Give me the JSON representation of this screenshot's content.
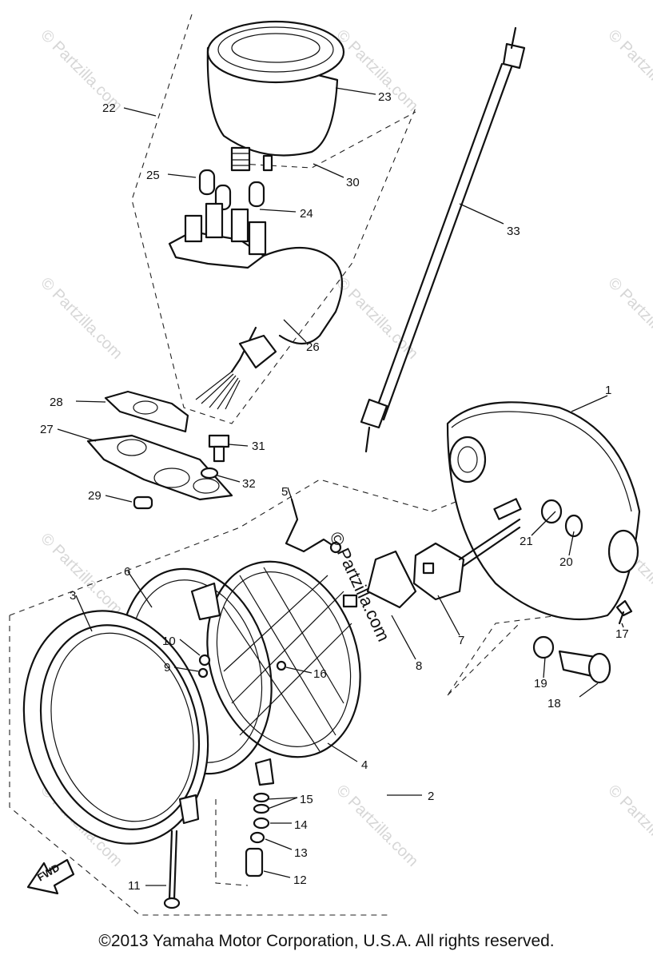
{
  "diagram": {
    "parts": [
      {
        "number": "1"
      },
      {
        "number": "2"
      },
      {
        "number": "3"
      },
      {
        "number": "4"
      },
      {
        "number": "5"
      },
      {
        "number": "6"
      },
      {
        "number": "7"
      },
      {
        "number": "8"
      },
      {
        "number": "9"
      },
      {
        "number": "10"
      },
      {
        "number": "11"
      },
      {
        "number": "12"
      },
      {
        "number": "13"
      },
      {
        "number": "14"
      },
      {
        "number": "15"
      },
      {
        "number": "16"
      },
      {
        "number": "17"
      },
      {
        "number": "18"
      },
      {
        "number": "19"
      },
      {
        "number": "20"
      },
      {
        "number": "21"
      },
      {
        "number": "22"
      },
      {
        "number": "23"
      },
      {
        "number": "24"
      },
      {
        "number": "25"
      },
      {
        "number": "26"
      },
      {
        "number": "27"
      },
      {
        "number": "28"
      },
      {
        "number": "29"
      },
      {
        "number": "30"
      },
      {
        "number": "31"
      },
      {
        "number": "32"
      },
      {
        "number": "33"
      }
    ],
    "direction_label": "FWD",
    "watermark_text": "© Partzilla.com",
    "center_watermark_text": "© Partzilla.com"
  },
  "footer": {
    "copyright": "©2013 Yamaha Motor Corporation, U.S.A. All rights reserved."
  }
}
